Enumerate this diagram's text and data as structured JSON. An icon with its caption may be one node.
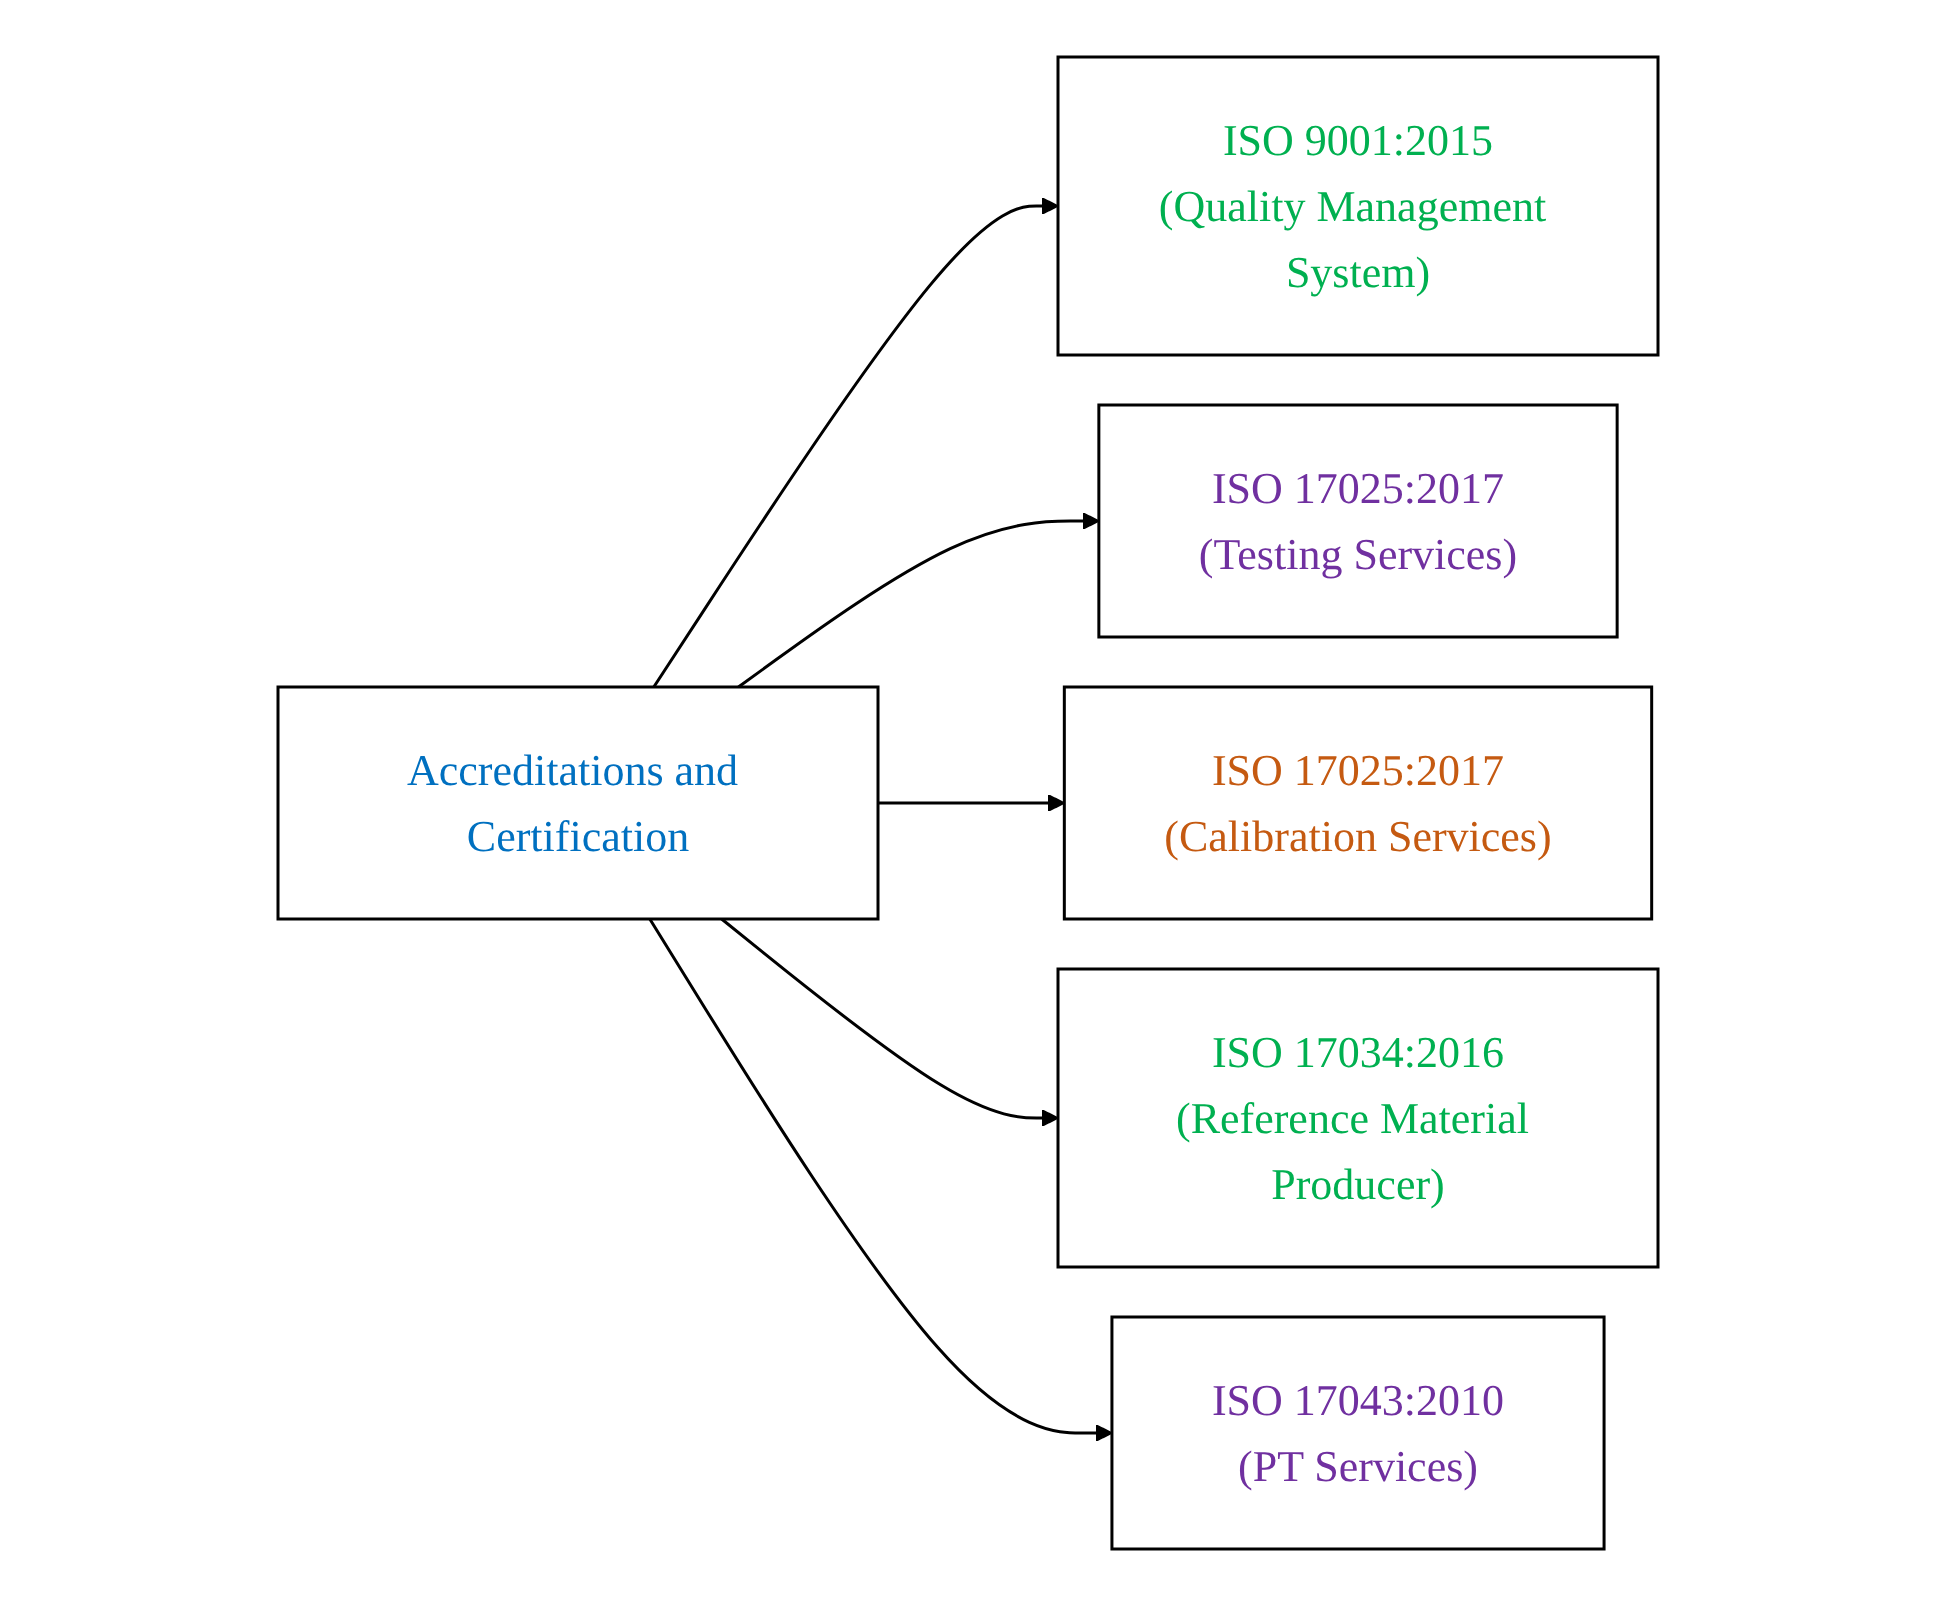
{
  "diagram": {
    "nodes": [
      {
        "text": [
          "Accreditations and Certification"
        ]
      },
      {
        "text": [
          "ISO 9001:2015",
          "(Quality Management System)"
        ]
      },
      {
        "text": [
          "ISO 17025:2017",
          "(Testing Services)"
        ]
      },
      {
        "text": [
          "ISO 17025:2017",
          "(Calibration Services)"
        ]
      },
      {
        "text": [
          "ISO 17034:2016",
          "(Reference Material Producer)"
        ]
      },
      {
        "text": [
          "ISO 17043:2010",
          "(PT Services)"
        ]
      }
    ],
    "edges": [
      {
        "from": 0,
        "to": 1,
        "arrow": "to"
      },
      {
        "from": 0,
        "to": 2,
        "arrow": "to"
      },
      {
        "from": 0,
        "to": 3,
        "arrow": "to"
      },
      {
        "from": 0,
        "to": 4,
        "arrow": "to"
      },
      {
        "from": 0,
        "to": 5,
        "arrow": "to"
      }
    ]
  }
}
